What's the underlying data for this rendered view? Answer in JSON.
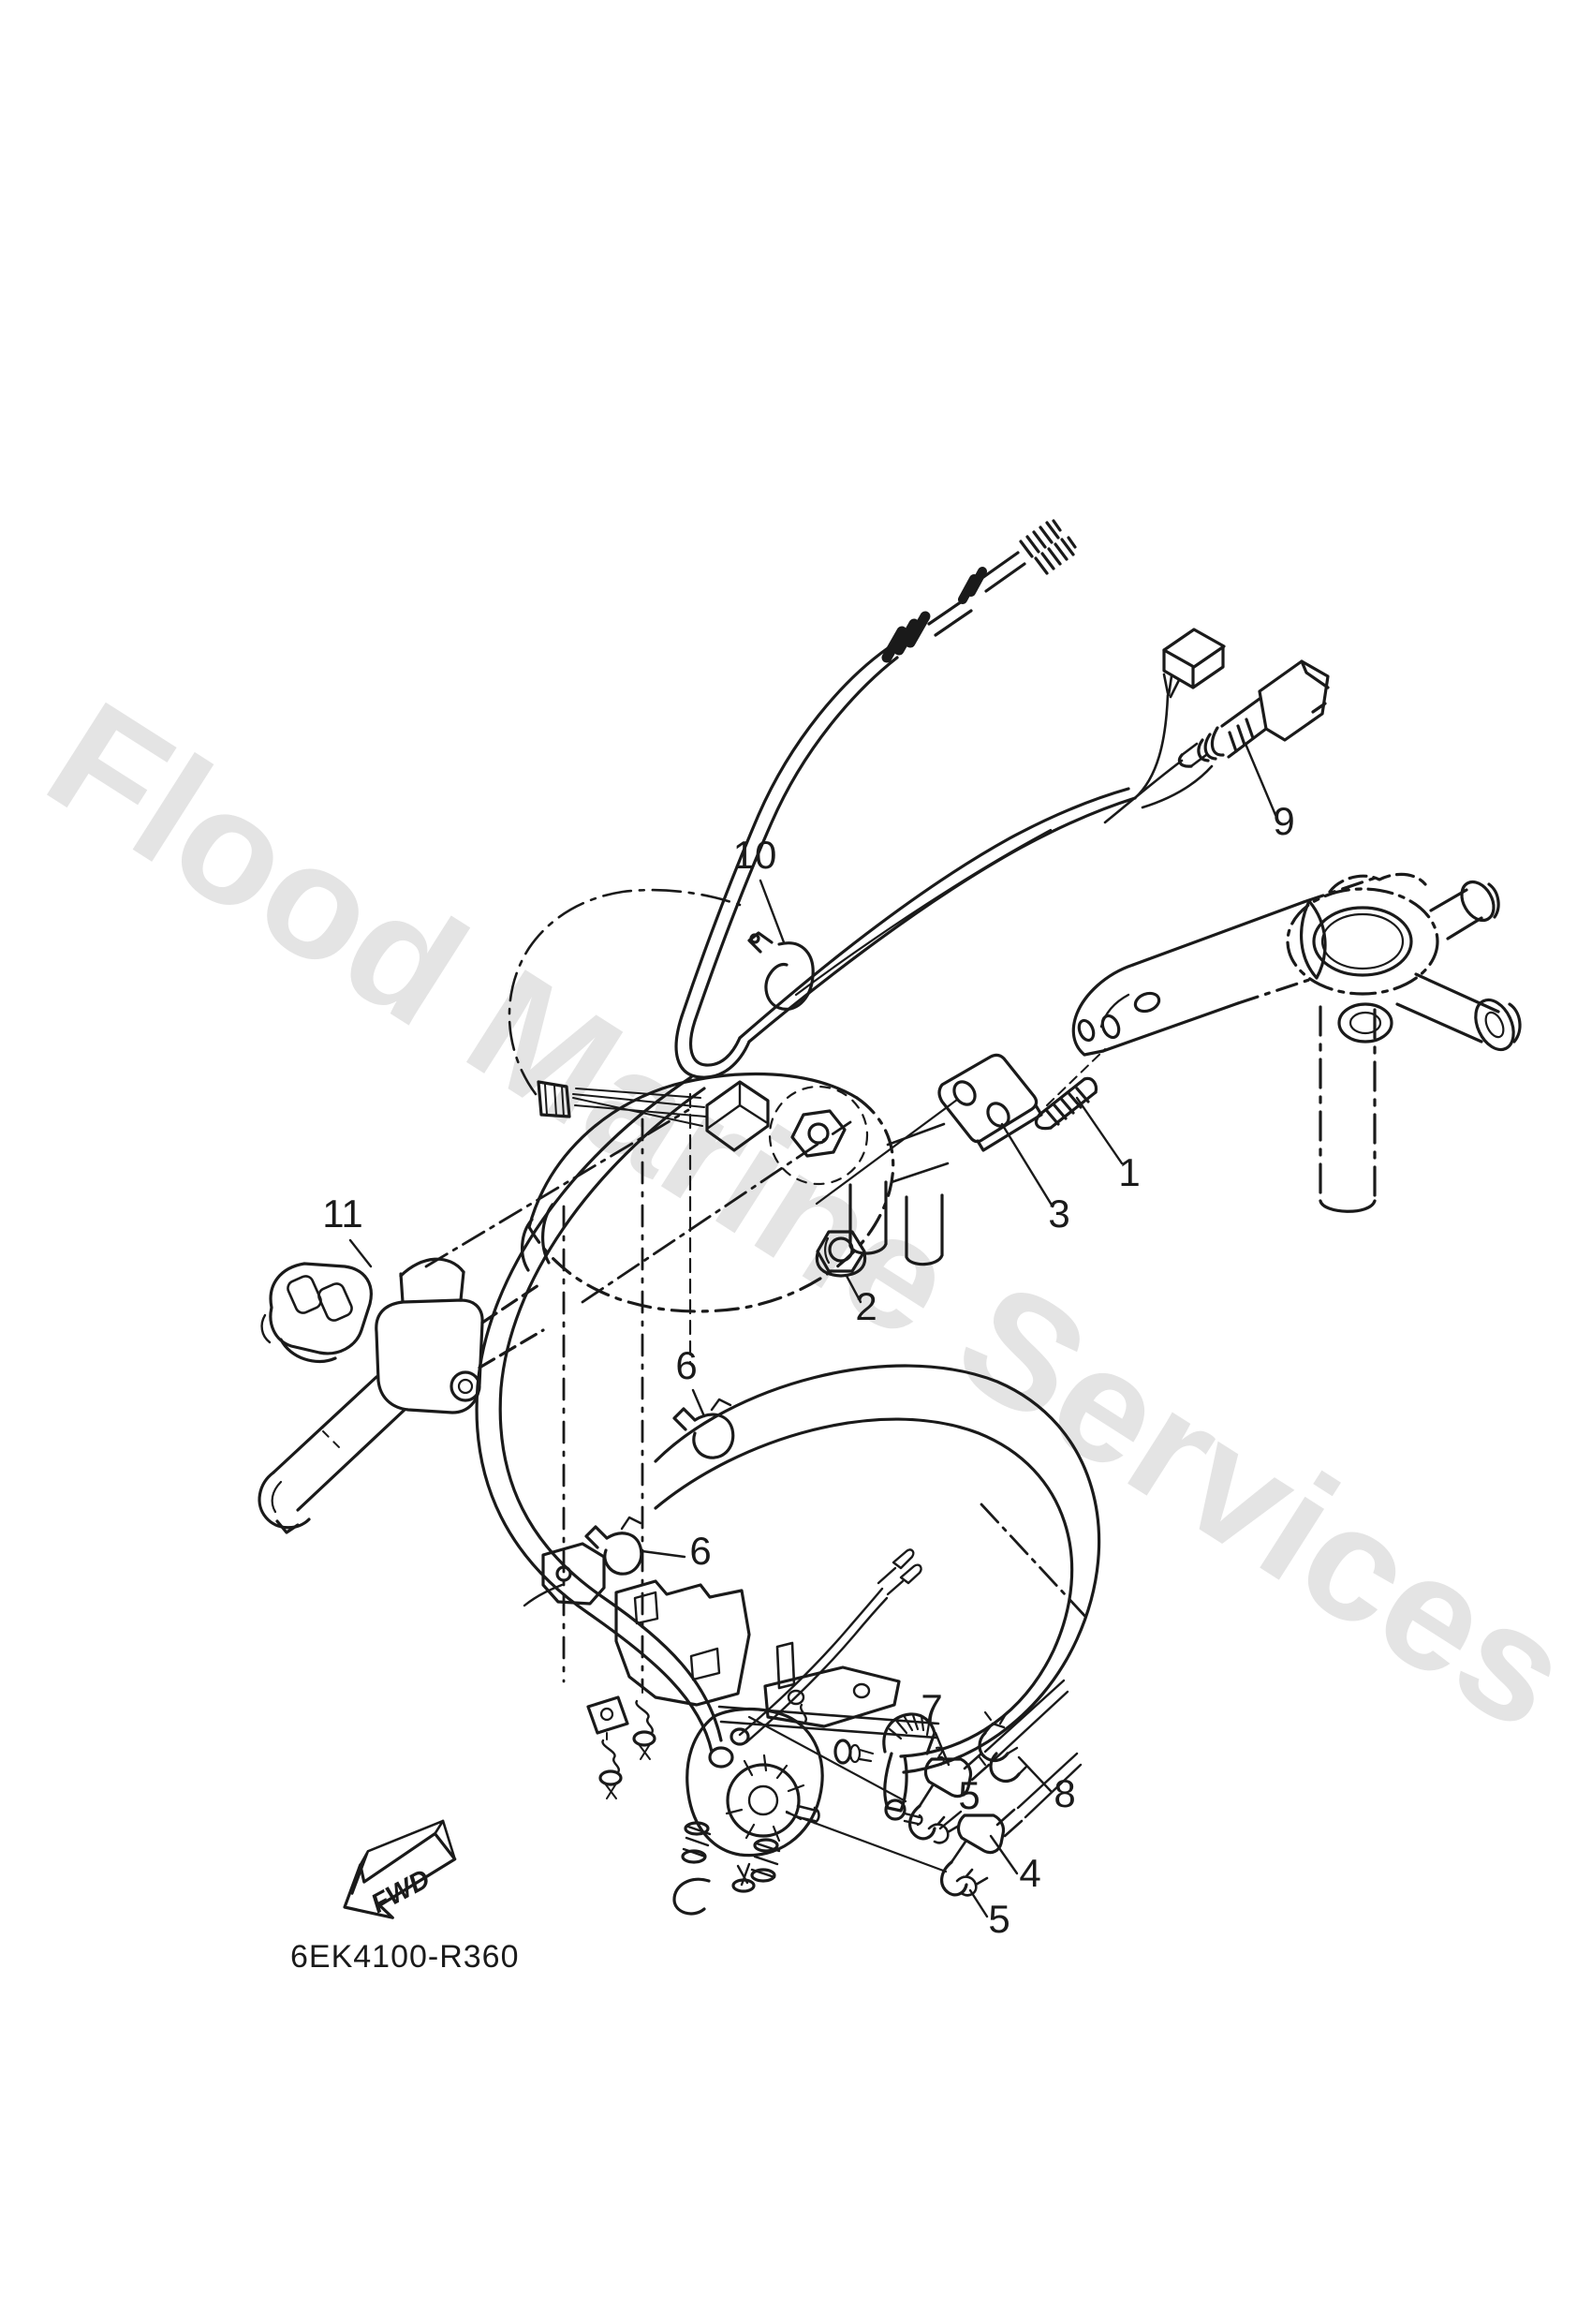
{
  "page": {
    "background": "#ffffff",
    "ink": "#1a1a1a",
    "watermark_color": "#e4e4e4"
  },
  "watermark": {
    "text": "Flood Marine Services"
  },
  "drawing_code": "6EK4100-R360",
  "orientation_label": "FWD",
  "callouts": [
    {
      "n": "1"
    },
    {
      "n": "2"
    },
    {
      "n": "3"
    },
    {
      "n": "4"
    },
    {
      "n": "5"
    },
    {
      "n": "5"
    },
    {
      "n": "6"
    },
    {
      "n": "6"
    },
    {
      "n": "7"
    },
    {
      "n": "8"
    },
    {
      "n": "9"
    },
    {
      "n": "10"
    },
    {
      "n": "11"
    }
  ]
}
